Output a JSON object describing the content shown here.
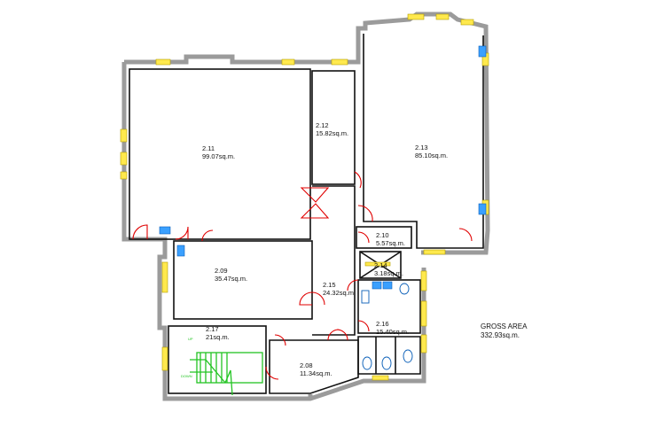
{
  "rooms": [
    {
      "id": "2.11",
      "area": "99.07sq.m."
    },
    {
      "id": "2.12",
      "area": "15.82sq.m."
    },
    {
      "id": "2.13",
      "area": "85.10sq.m."
    },
    {
      "id": "2.09",
      "area": "35.47sq.m."
    },
    {
      "id": "2.10",
      "area": "5.57sq.m."
    },
    {
      "id": "2.14",
      "area": "3.18sq.m."
    },
    {
      "id": "2.15",
      "area": "24.32sq.m."
    },
    {
      "id": "2.16",
      "area": "15.40sq.m."
    },
    {
      "id": "2.17",
      "area": "21sq.m."
    },
    {
      "id": "2.08",
      "area": "11.34sq.m."
    }
  ],
  "gross": {
    "label": "GROSS AREA",
    "value": "332.93sq.m."
  },
  "stair_text": {
    "up": "UP",
    "down": "DOWN"
  },
  "colors": {
    "wall": "#8a8a8a",
    "door": "#e00000",
    "window": "#ffe94d",
    "fixture": "#3aa0ff",
    "stair": "#22c422"
  }
}
